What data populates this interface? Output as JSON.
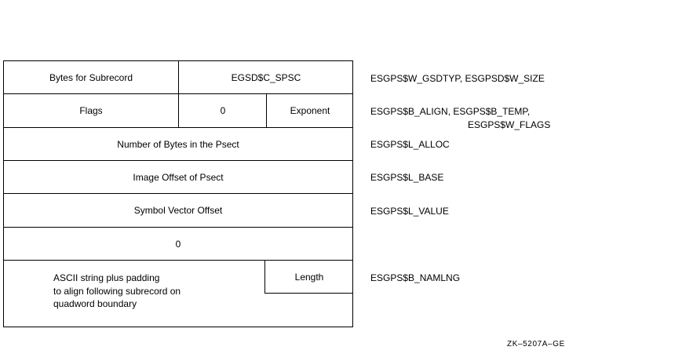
{
  "rows": [
    {
      "cells": [
        "Bytes for Subrecord",
        "EGSD$C_SPSC"
      ],
      "field": "ESGPS$W_GSDTYP, ESGPSD$W_SIZE"
    },
    {
      "cells": [
        "Flags",
        "0",
        "Exponent"
      ],
      "field_line1": "ESGPS$B_ALIGN, ESGPS$B_TEMP,",
      "field_line2": "ESGPS$W_FLAGS"
    },
    {
      "cells": [
        "Number of Bytes in the Psect"
      ],
      "field": "ESGPS$L_ALLOC"
    },
    {
      "cells": [
        "Image Offset of Psect"
      ],
      "field": "ESGPS$L_BASE"
    },
    {
      "cells": [
        "Symbol Vector Offset"
      ],
      "field": "ESGPS$L_VALUE"
    },
    {
      "cells": [
        "0"
      ],
      "field": ""
    },
    {
      "ascii_lines": [
        "ASCII string plus padding",
        "to align following subrecord on",
        "quadword boundary"
      ],
      "length_label": "Length",
      "field": "ESGPS$B_NAMLNG"
    }
  ],
  "figure_id": "ZK–5207A–GE"
}
